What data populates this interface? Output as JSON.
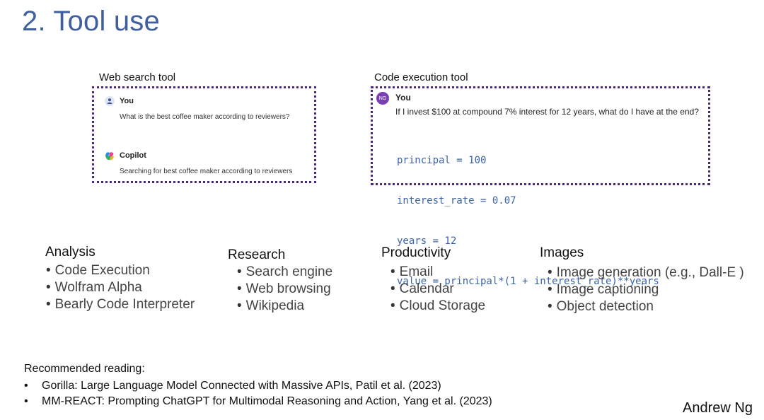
{
  "slide": {
    "title": "2. Tool use",
    "author": "Andrew Ng"
  },
  "web_search": {
    "label": "Web search tool",
    "user_name": "You",
    "user_message": "What is the best coffee maker according to reviewers?",
    "assistant_name": "Copilot",
    "assistant_message": "Searching for best coffee maker according to reviewers"
  },
  "code_exec": {
    "label": "Code execution tool",
    "user_initials": "NG",
    "user_name": "You",
    "user_message": "If I invest $100 at compound 7% interest for 12 years, what do I have at the end?",
    "code_lines": [
      "principal = 100",
      "interest_rate = 0.07",
      "years = 12",
      "value = principal*(1 + interest_rate)**years"
    ]
  },
  "categories": [
    {
      "heading": "Analysis",
      "items": [
        "Code Execution",
        "Wolfram Alpha",
        "Bearly Code Interpreter"
      ]
    },
    {
      "heading": "Research",
      "items": [
        "Search engine",
        "Web browsing",
        "Wikipedia"
      ]
    },
    {
      "heading": "Productivity",
      "items": [
        "Email",
        "Calendar",
        "Cloud Storage"
      ]
    },
    {
      "heading": "Images",
      "items": [
        "Image generation (e.g., Dall-E )",
        "Image captioning",
        "Object detection"
      ]
    }
  ],
  "reading": {
    "heading": "Recommended reading:",
    "items": [
      "Gorilla: Large Language Model Connected with Massive APIs, Patil et al. (2023)",
      "MM-REACT: Prompting ChatGPT for Multimodal Reasoning and Action, Yang et al. (2023)"
    ]
  },
  "colors": {
    "title": "#3f5fa0",
    "panel_border": "#4b2a7a",
    "code": "#3a63a8",
    "avatar_ng": "#7a3fb3"
  },
  "icons": {
    "user": "user-icon",
    "copilot": "copilot-logo-icon",
    "bullet": "bullet-dot"
  }
}
